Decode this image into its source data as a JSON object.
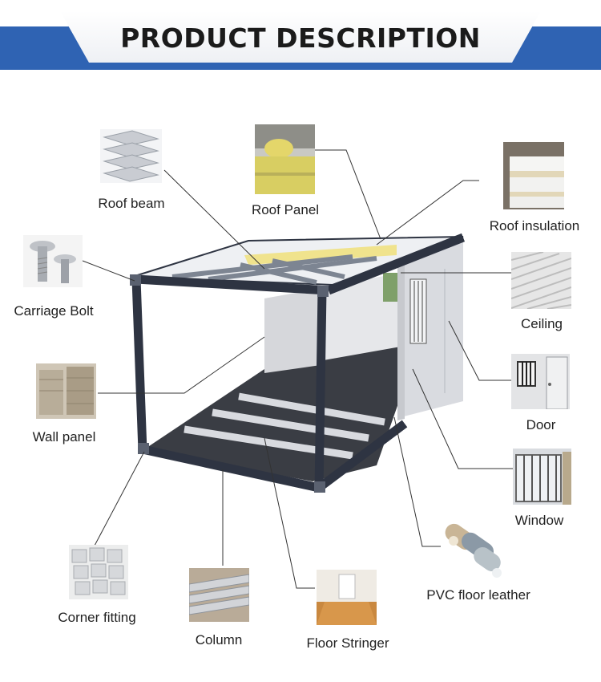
{
  "banner": {
    "title": "PRODUCT DESCRIPTION"
  },
  "parts": {
    "roof_beam": "Roof beam",
    "roof_panel": "Roof Panel",
    "roof_insulation": "Roof insulation",
    "carriage_bolt": "Carriage Bolt",
    "ceiling": "Ceiling",
    "wall_panel": "Wall panel",
    "door": "Door",
    "window": "Window",
    "pvc_floor_leather": "PVC floor leather",
    "corner_fitting": "Corner fitting",
    "column": "Column",
    "floor_stringer": "Floor Stringer"
  },
  "colors": {
    "banner": "#2f63b3",
    "frame": "#2e3442",
    "leader": "#333333"
  }
}
